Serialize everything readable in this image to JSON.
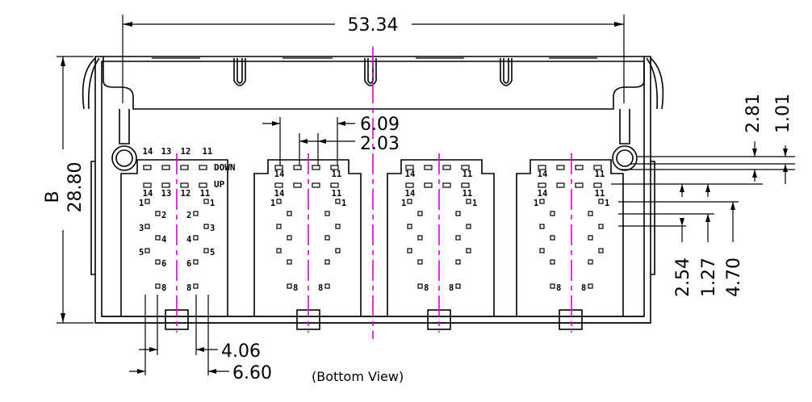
{
  "title_dimension": "53.34",
  "height_label": "B",
  "height_value": "28.80",
  "view_caption": "(Bottom View)",
  "dims": {
    "pitch": "6.09",
    "slot": "2.03",
    "col_inner": "4.06",
    "col_outer": "6.60",
    "top1": "2.81",
    "top2": "1.01",
    "r1": "2.54",
    "r2": "1.27",
    "r3": "4.70"
  },
  "port1": {
    "top_labels": [
      "14",
      "13",
      "12",
      "11"
    ],
    "down": "DOWN",
    "up": "UP",
    "left_pins": [
      "1",
      "3",
      "5"
    ],
    "right_pins": [
      "1",
      "3",
      "5"
    ],
    "inner_left": [
      "2",
      "4",
      "6",
      "8"
    ],
    "inner_right": [
      "2",
      "4",
      "6",
      "8"
    ]
  },
  "port_common": {
    "l14": "14",
    "l11": "11",
    "l1": "1",
    "l8": "8"
  }
}
